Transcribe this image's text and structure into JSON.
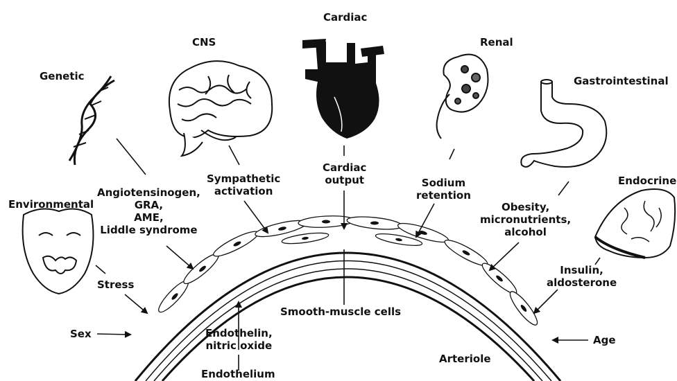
{
  "categories": {
    "genetic": "Genetic",
    "cns": "CNS",
    "cardiac": "Cardiac",
    "renal": "Renal",
    "gastrointestinal": "Gastrointestinal",
    "endocrine": "Endocrine",
    "environmental": "Environmental"
  },
  "factors": {
    "genetic": [
      "Angiotensinogen,",
      "GRA,",
      "AME,",
      "Liddle syndrome"
    ],
    "cns": [
      "Sympathetic",
      "activation"
    ],
    "cardiac": [
      "Cardiac",
      "output"
    ],
    "renal": [
      "Sodium",
      "retention"
    ],
    "gastrointestinal": [
      "Obesity,",
      "micronutrients,",
      "alcohol"
    ],
    "endocrine": [
      "Insulin,",
      "aldosterone"
    ],
    "stress": "Stress",
    "sex": "Sex",
    "age": "Age",
    "endothelin": [
      "Endothelin,",
      "nitric oxide"
    ]
  },
  "structures": {
    "smooth_muscle": "Smooth-muscle cells",
    "endothelium": "Endothelium",
    "arteriole": "Arteriole"
  },
  "icons": [
    "dna-icon",
    "brain-icon",
    "heart-icon",
    "kidney-icon",
    "stomach-icon",
    "gland-icon",
    "mask-icon"
  ]
}
